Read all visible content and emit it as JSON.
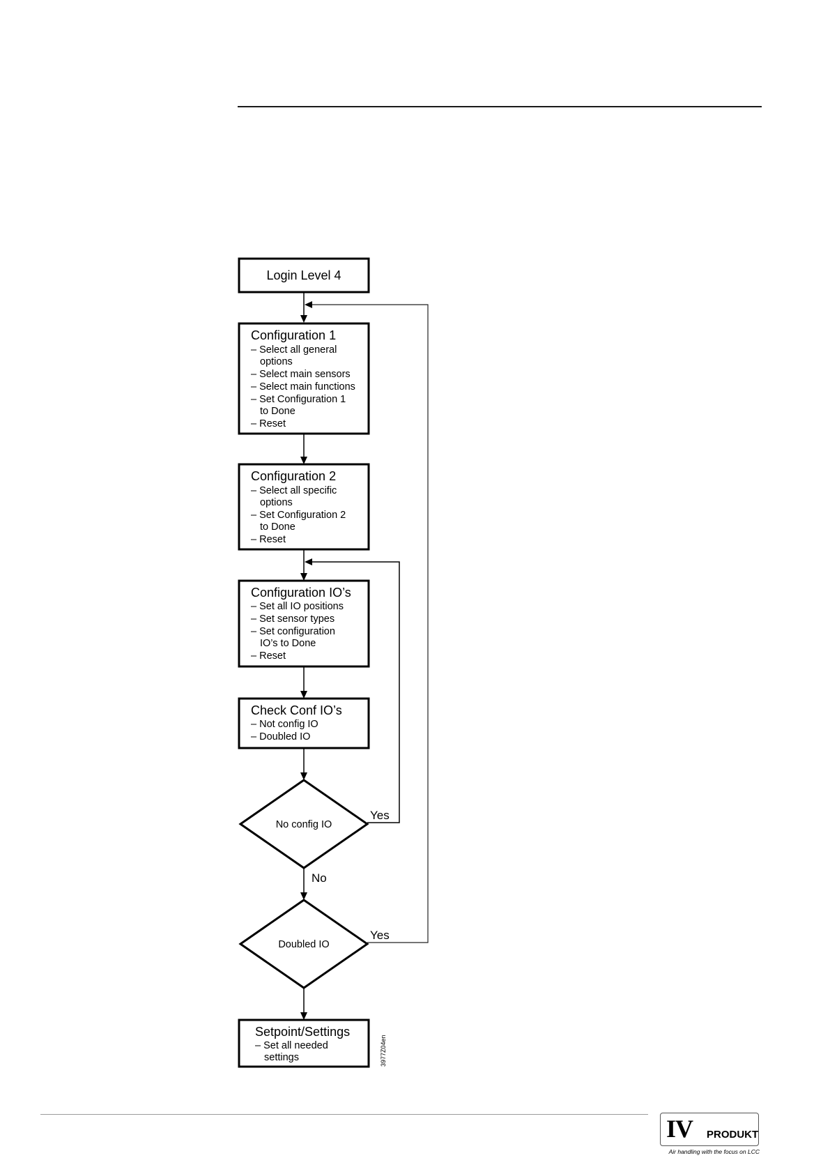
{
  "diagram": {
    "login": {
      "title": "Login Level 4"
    },
    "config1": {
      "title": "Configuration 1",
      "lines": [
        "– Select all general",
        "options",
        "– Select main sensors",
        "– Select main functions",
        "– Set Configuration 1",
        "to Done",
        "– Reset"
      ]
    },
    "config2": {
      "title": "Configuration 2",
      "lines": [
        "– Select all specific",
        "options",
        "– Set Configuration 2",
        "to Done",
        "– Reset"
      ]
    },
    "config_io": {
      "title": "Configuration IO’s",
      "lines": [
        "– Set all IO positions",
        "– Set sensor types",
        "– Set configuration",
        "IO’s to Done",
        "– Reset"
      ]
    },
    "check_conf": {
      "title": "Check Conf IO’s",
      "lines": [
        "– Not config IO",
        "– Doubled IO"
      ]
    },
    "decision_no_config": {
      "label": "No config IO",
      "yes": "Yes",
      "no": "No"
    },
    "decision_doubled": {
      "label": "Doubled IO",
      "yes": "Yes"
    },
    "setpoint": {
      "title": "Setpoint/Settings",
      "lines": [
        "– Set all needed",
        "settings"
      ]
    },
    "figure_code": "3977Z04en"
  },
  "footer": {
    "logo_mark": "IV",
    "logo_word": "PRODUKT",
    "tagline": "Air handling with the focus on LCC"
  }
}
